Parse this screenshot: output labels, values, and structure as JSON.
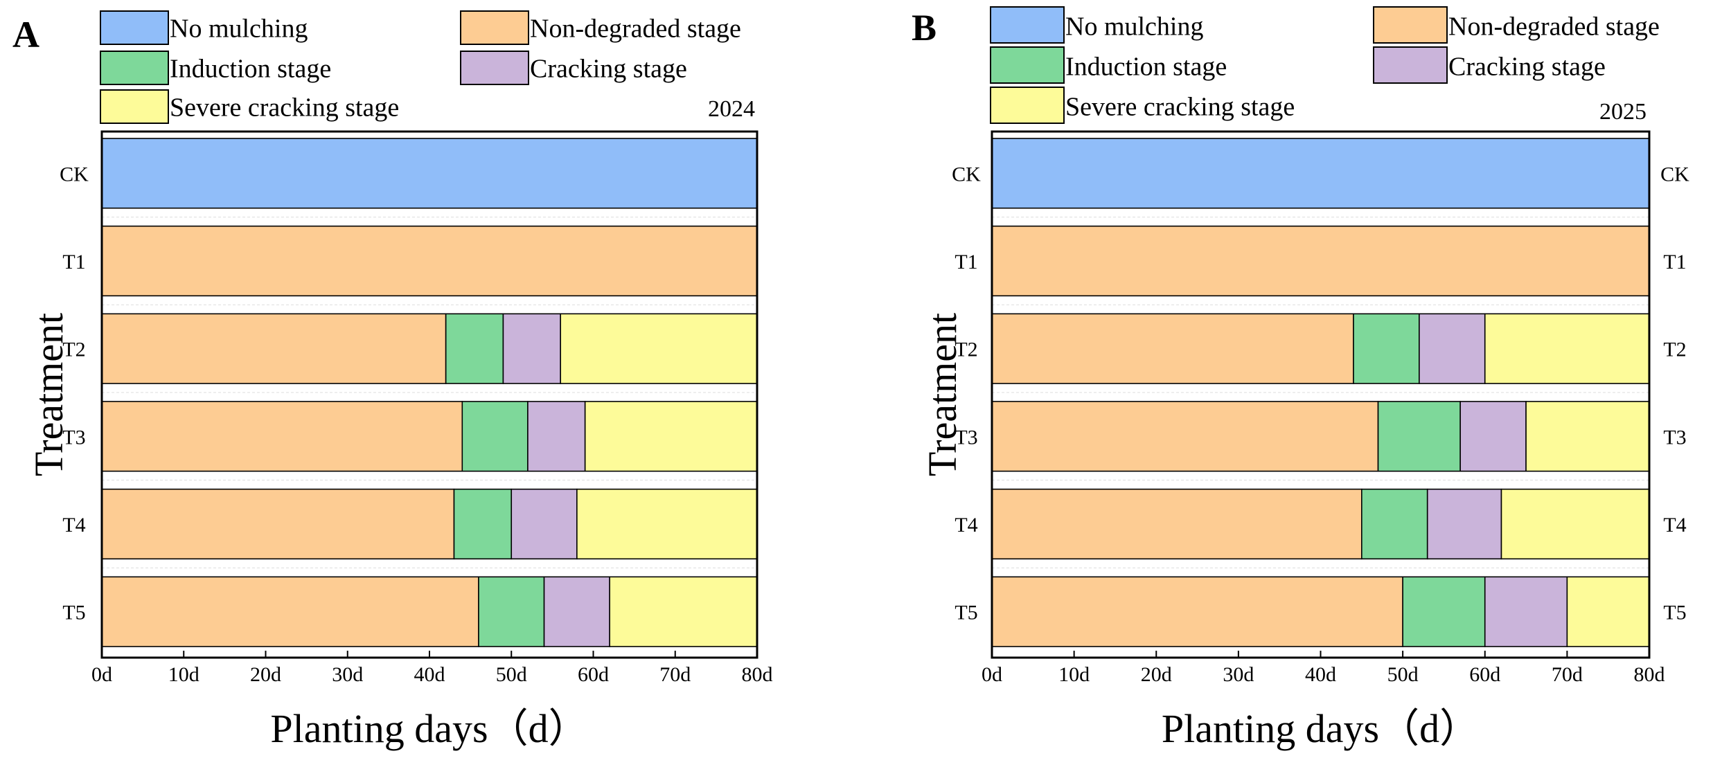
{
  "legend": {
    "items": [
      {
        "label": "No mulching",
        "color": "#90BDF9"
      },
      {
        "label": "Non-degraded stage",
        "color": "#FDCC93"
      },
      {
        "label": "Induction stage",
        "color": "#7ED89A"
      },
      {
        "label": "Cracking stage",
        "color": "#CAB4DA"
      },
      {
        "label": "Severe cracking stage",
        "color": "#FDFB99"
      }
    ]
  },
  "chart_data": [
    {
      "type": "bar",
      "orientation": "horizontal-stacked",
      "panel_label": "A",
      "year": "2024",
      "title": "",
      "xlabel": "Planting days（d）",
      "ylabel": "Treatment",
      "xlim": [
        0,
        80
      ],
      "x_ticks": [
        0,
        10,
        20,
        30,
        40,
        50,
        60,
        70,
        80
      ],
      "x_tick_labels": [
        "0d",
        "10d",
        "20d",
        "30d",
        "40d",
        "50d",
        "60d",
        "70d",
        "80d"
      ],
      "categories": [
        "CK",
        "T1",
        "T2",
        "T3",
        "T4",
        "T5"
      ],
      "right_labels": false,
      "series": [
        {
          "name": "No mulching",
          "values": [
            80,
            0,
            0,
            0,
            0,
            0
          ]
        },
        {
          "name": "Non-degraded stage",
          "values": [
            0,
            80,
            42,
            44,
            43,
            46
          ]
        },
        {
          "name": "Induction stage",
          "values": [
            0,
            0,
            7,
            8,
            7,
            8
          ]
        },
        {
          "name": "Cracking stage",
          "values": [
            0,
            0,
            7,
            7,
            8,
            8
          ]
        },
        {
          "name": "Severe cracking stage",
          "values": [
            0,
            0,
            24,
            21,
            22,
            18
          ]
        }
      ]
    },
    {
      "type": "bar",
      "orientation": "horizontal-stacked",
      "panel_label": "B",
      "year": "2025",
      "title": "",
      "xlabel": "Planting days（d）",
      "ylabel": "Treatment",
      "xlim": [
        0,
        80
      ],
      "x_ticks": [
        0,
        10,
        20,
        30,
        40,
        50,
        60,
        70,
        80
      ],
      "x_tick_labels": [
        "0d",
        "10d",
        "20d",
        "30d",
        "40d",
        "50d",
        "60d",
        "70d",
        "80d"
      ],
      "categories": [
        "CK",
        "T1",
        "T2",
        "T3",
        "T4",
        "T5"
      ],
      "right_labels": true,
      "series": [
        {
          "name": "No mulching",
          "values": [
            80,
            0,
            0,
            0,
            0,
            0
          ]
        },
        {
          "name": "Non-degraded stage",
          "values": [
            0,
            80,
            44,
            47,
            45,
            50
          ]
        },
        {
          "name": "Induction stage",
          "values": [
            0,
            0,
            8,
            10,
            8,
            10
          ]
        },
        {
          "name": "Cracking stage",
          "values": [
            0,
            0,
            8,
            8,
            9,
            10
          ]
        },
        {
          "name": "Severe cracking stage",
          "values": [
            0,
            0,
            20,
            15,
            18,
            10
          ]
        }
      ]
    }
  ]
}
